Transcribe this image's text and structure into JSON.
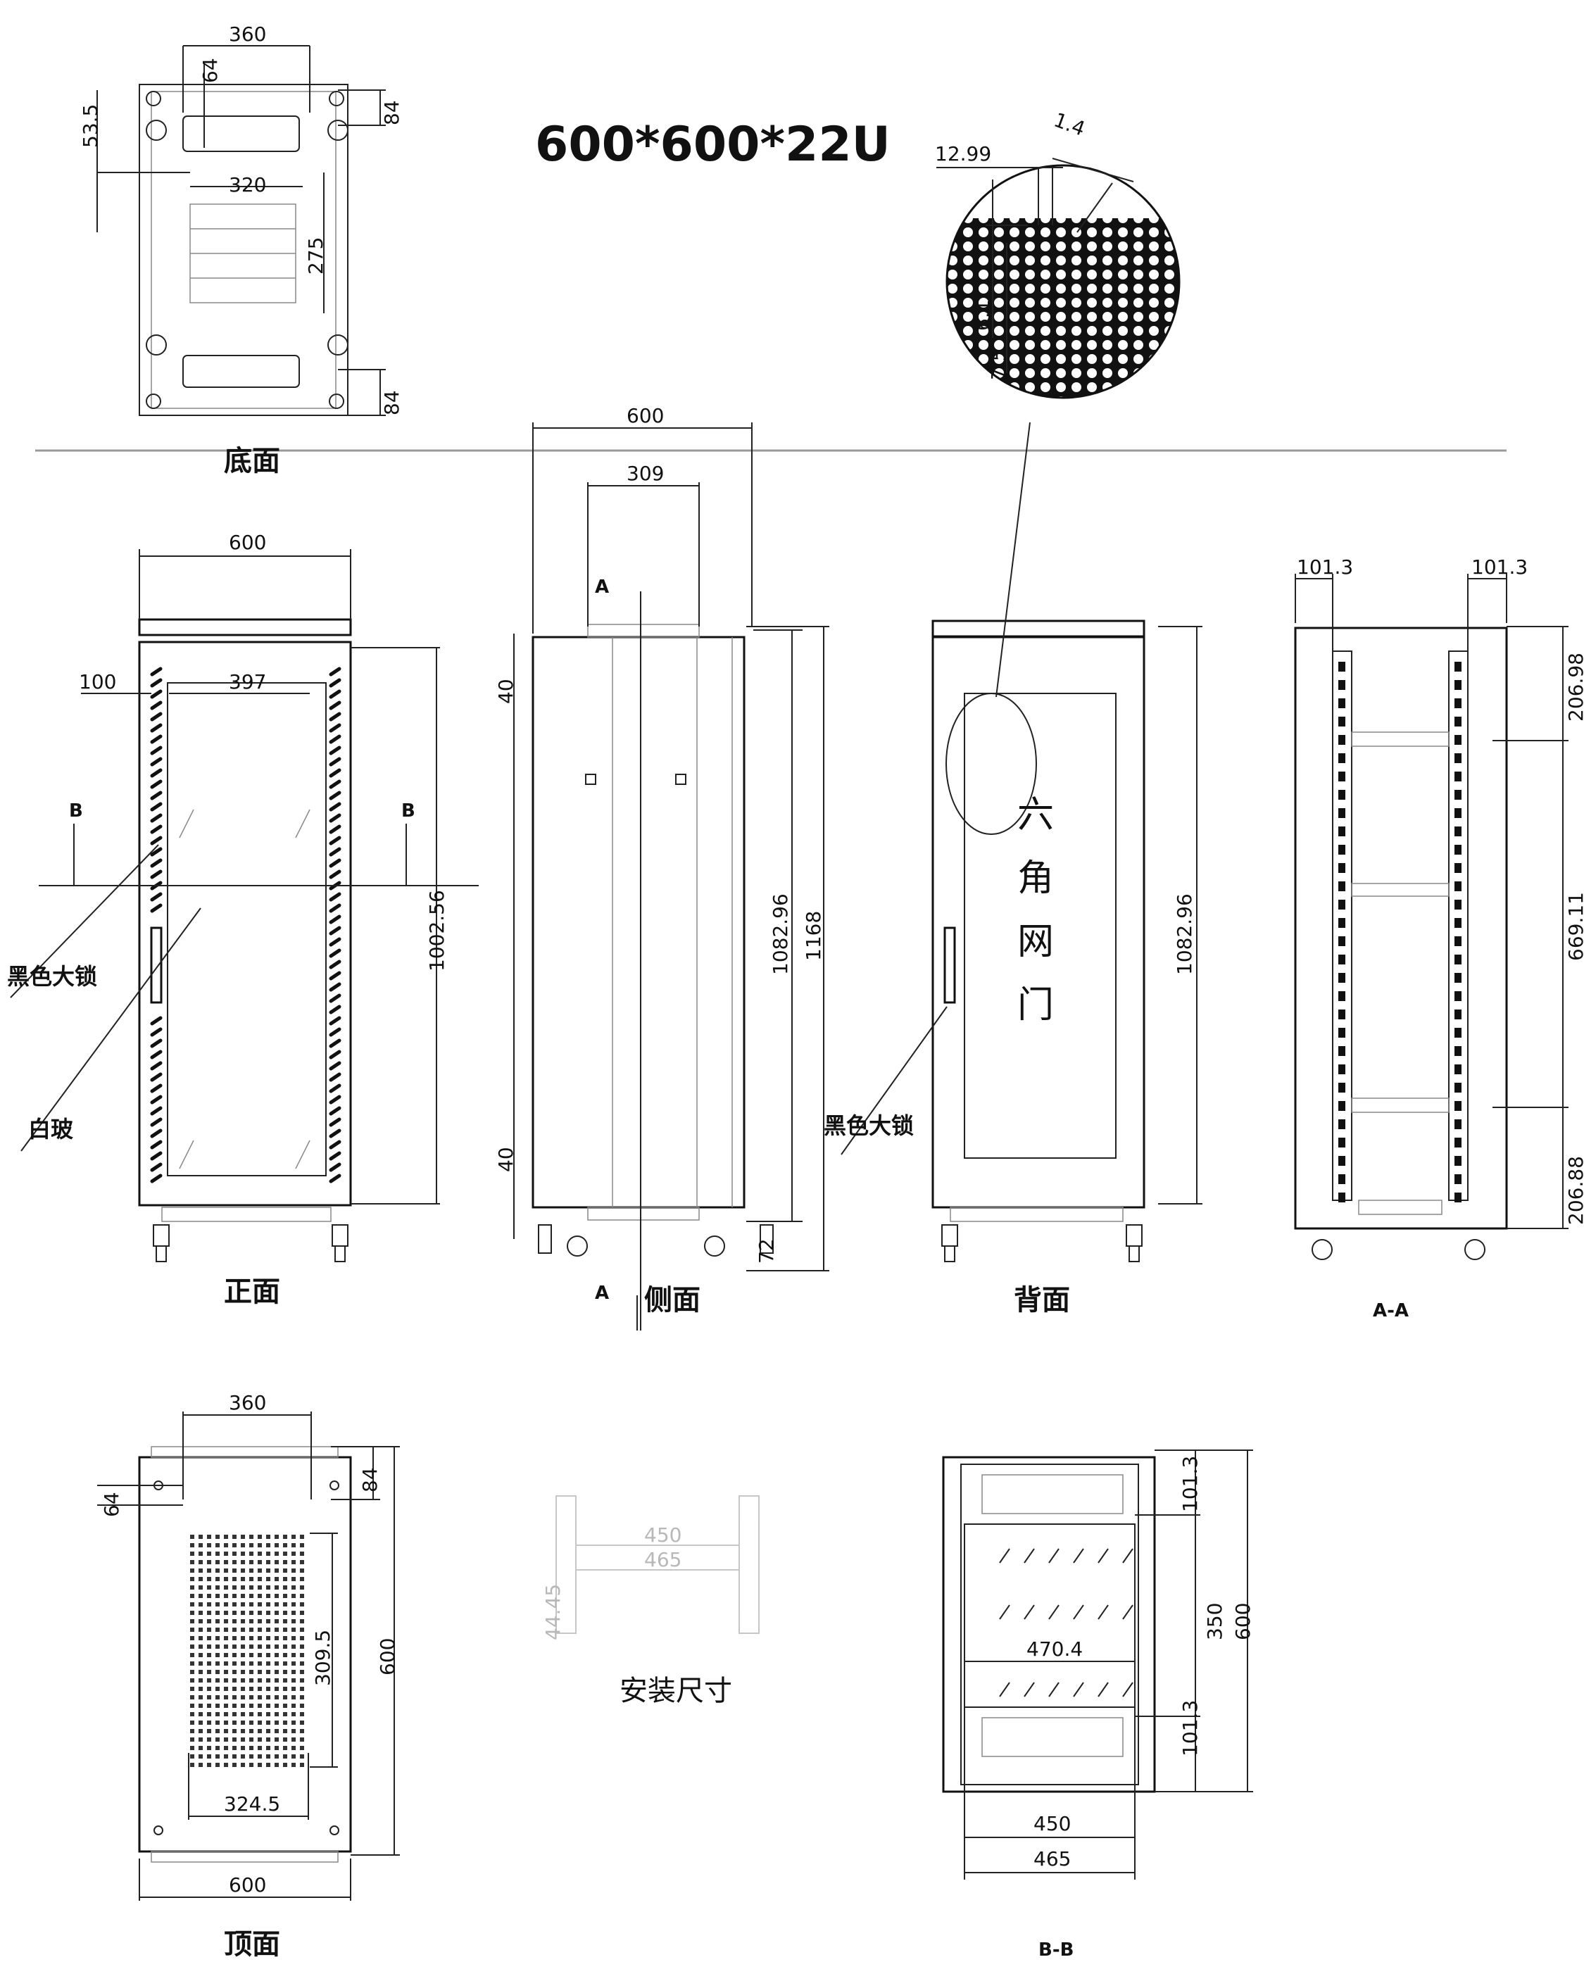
{
  "title": "600*600*22U",
  "views": {
    "bottom": {
      "caption": "底面",
      "dims": [
        "360",
        "64",
        "53.5",
        "84",
        "320",
        "275",
        "84"
      ]
    },
    "front": {
      "caption": "正面",
      "dims": [
        "600",
        "100",
        "397",
        "1002.56"
      ],
      "section_marks": [
        "B",
        "B"
      ],
      "labels": [
        "黑色大锁",
        "白玻"
      ]
    },
    "side": {
      "caption": "侧面",
      "dims": [
        "600",
        "309",
        "40",
        "40",
        "1082.96",
        "1168",
        "72"
      ],
      "section_marks": [
        "A",
        "A"
      ]
    },
    "back": {
      "caption": "背面",
      "dims": [
        "1082.96"
      ],
      "labels": [
        "黑色大锁"
      ],
      "mesh_label": [
        "六",
        "角",
        "网",
        "门"
      ]
    },
    "section_a": {
      "caption": "A-A",
      "dims": [
        "101.3",
        "101.3",
        "206.98",
        "669.11",
        "206.88"
      ]
    },
    "detail": {
      "dims": [
        "12.99",
        "1.4",
        "6.1",
        "7.5"
      ]
    },
    "top": {
      "caption": "顶面",
      "dims": [
        "360",
        "64",
        "84",
        "309.5",
        "600",
        "324.5",
        "600"
      ]
    },
    "mount": {
      "caption": "安装尺寸",
      "dims": [
        "450",
        "465",
        "44.45"
      ]
    },
    "section_b": {
      "caption": "B-B",
      "dims": [
        "101.3",
        "350",
        "600",
        "101.3",
        "470.4",
        "450",
        "465"
      ]
    }
  }
}
